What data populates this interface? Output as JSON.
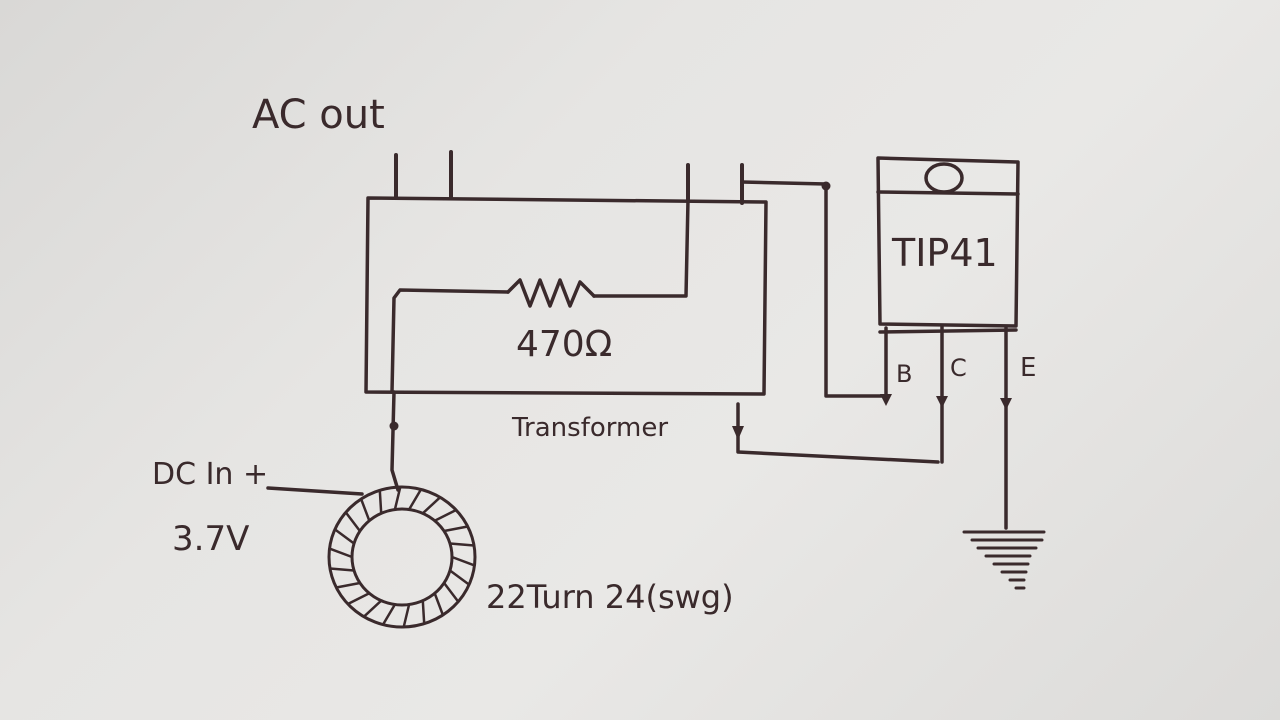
{
  "diagram": {
    "ink_color": "#3a2a2c",
    "paper_color": "#e6e5e3",
    "labels": {
      "ac_out": "AC out",
      "resistor": "470Ω",
      "transistor": "TIP41",
      "pin_b": "B",
      "pin_c": "C",
      "pin_e": "E",
      "transformer": "Transformer",
      "dc_in": "DC In +",
      "voltage": "3.7V",
      "coil": "22Turn 24(swg)"
    }
  }
}
